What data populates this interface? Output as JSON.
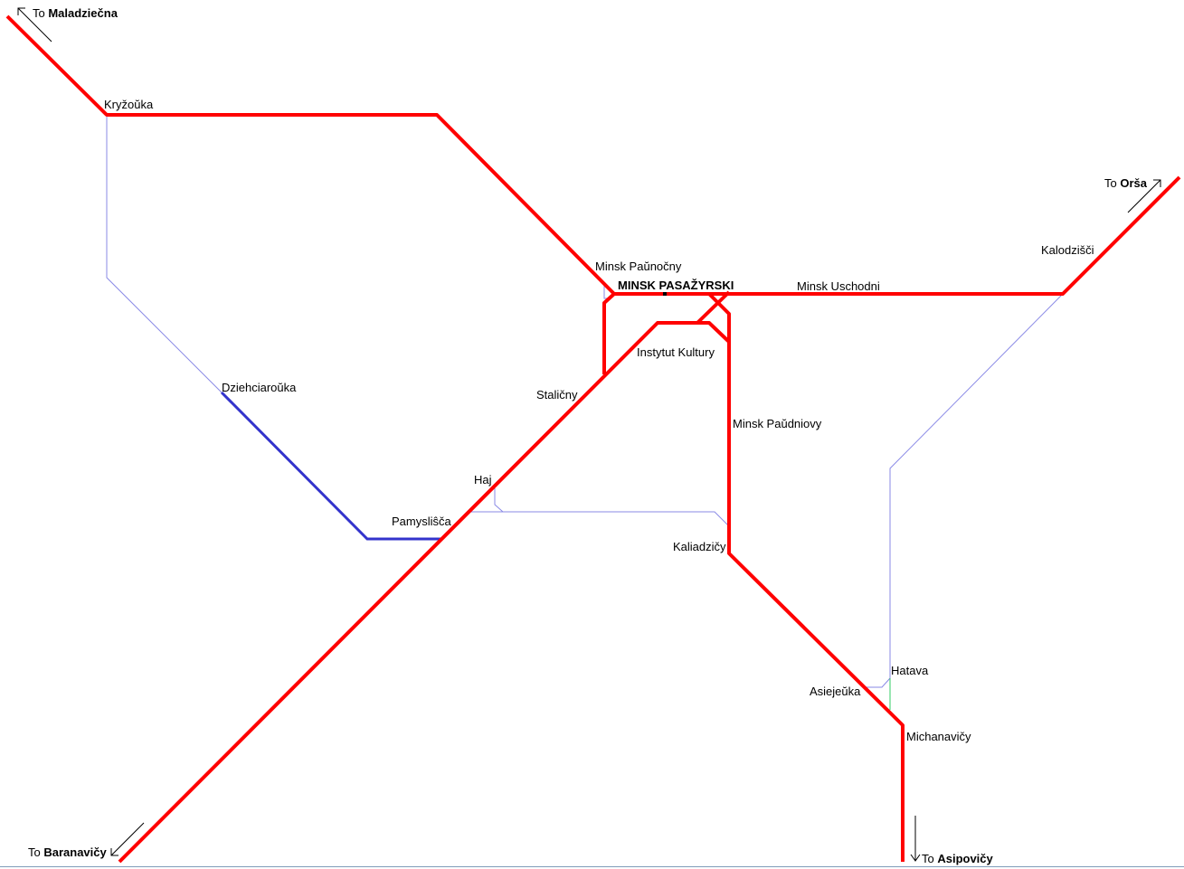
{
  "colors": {
    "main_line": "#ff0000",
    "branch_line": "#3333cc",
    "freight_line": "#8a8ae6",
    "connector_line": "#33cc66",
    "text": "#000000"
  },
  "stations": {
    "kryzouka": "Kryžoŭka",
    "minsk_paunocny": "Minsk Paŭnočny",
    "minsk_pasazyrski": "MINSK PASAŽYRSKI",
    "minsk_uschodni": "Minsk Uschodni",
    "kalodzisci": "Kalodzišči",
    "instytut_kultury": "Instytut Kultury",
    "stalicny": "Staličny",
    "minsk_paudniovy": "Minsk Paŭdniovy",
    "dziehciarouka": "Dziehciaroŭka",
    "haj": "Haj",
    "pamyslisca": "Pamysliŝča",
    "kaliadzicy": "Kaliadzičy",
    "hatava": "Hatava",
    "asiejeuka": "Asiejeŭka",
    "michanavicy": "Michanavičy"
  },
  "destinations": {
    "maladziecna": {
      "prefix": "To ",
      "name": "Maladziečna"
    },
    "orsa": {
      "prefix": "To ",
      "name": "Orša"
    },
    "baranavicy": {
      "prefix": "To ",
      "name": "Baranavičy"
    },
    "asipovicy": {
      "prefix": "To ",
      "name": "Asipovičy"
    }
  }
}
